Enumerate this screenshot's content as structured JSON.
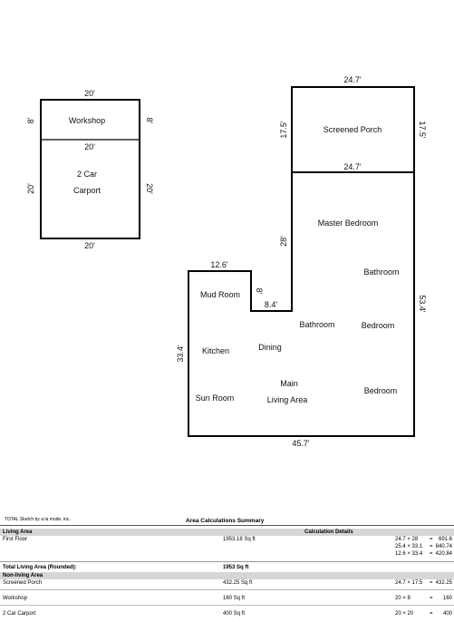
{
  "sketch": {
    "workshop_carport": {
      "top_width": "20'",
      "side_left_top": "8'",
      "side_right_top": "8'",
      "workshop_label": "Workshop",
      "middle_width": "20'",
      "carport_label_1": "2 Car",
      "carport_label_2": "Carport",
      "side_left_bottom": "20'",
      "side_right_bottom": "20'",
      "bottom_width": "20'"
    },
    "house": {
      "porch_top": "24.7'",
      "porch_left": "17.5'",
      "porch_right": "17.5'",
      "porch_label": "Screened Porch",
      "porch_bottom": "24.7'",
      "wing_left": "28'",
      "right_side": "53.4'",
      "notch_top": "12.6'",
      "notch_vert": "8'",
      "notch_horiz": "8.4'",
      "left_side": "33.4'",
      "bottom": "45.7'",
      "rooms": {
        "master_bedroom": "Master Bedroom",
        "bathroom_1": "Bathroom",
        "mud_room": "Mud Room",
        "bathroom_2": "Bathroom",
        "bedroom_1": "Bedroom",
        "kitchen": "Kitchen",
        "dining": "Dining",
        "main": "Main",
        "living_area": "Living Area",
        "sun_room": "Sun Room",
        "bedroom_2": "Bedroom"
      }
    }
  },
  "summary": {
    "software": "TOTAL Sketch by a la mode, inc.",
    "title": "Area Calculations Summary",
    "living_area_header": "Living Area",
    "calc_details_header": "Calculation Details",
    "first_floor_label": "First Floor",
    "first_floor_area": "1953.18 Sq ft",
    "ff_calc": [
      {
        "expr": "24.7 × 28",
        "eq": "=",
        "val": "691.6"
      },
      {
        "expr": "25.4 × 33.1",
        "eq": "=",
        "val": "840.74"
      },
      {
        "expr": "12.6 × 33.4",
        "eq": "=",
        "val": "420.84"
      }
    ],
    "total_label": "Total Living Area (Rounded):",
    "total_value": "1953 Sq ft",
    "non_living_header": "Non-living Area",
    "non_living": [
      {
        "name": "Screened Porch",
        "area": "432.25 Sq ft",
        "expr": "24.7 × 17.5",
        "eq": "=",
        "val": "432.25"
      },
      {
        "name": "Workshop",
        "area": "160 Sq ft",
        "expr": "20 × 8",
        "eq": "=",
        "val": "160"
      },
      {
        "name": "2 Car Carport",
        "area": "400 Sq ft",
        "expr": "20 × 20",
        "eq": "=",
        "val": "400"
      }
    ]
  }
}
